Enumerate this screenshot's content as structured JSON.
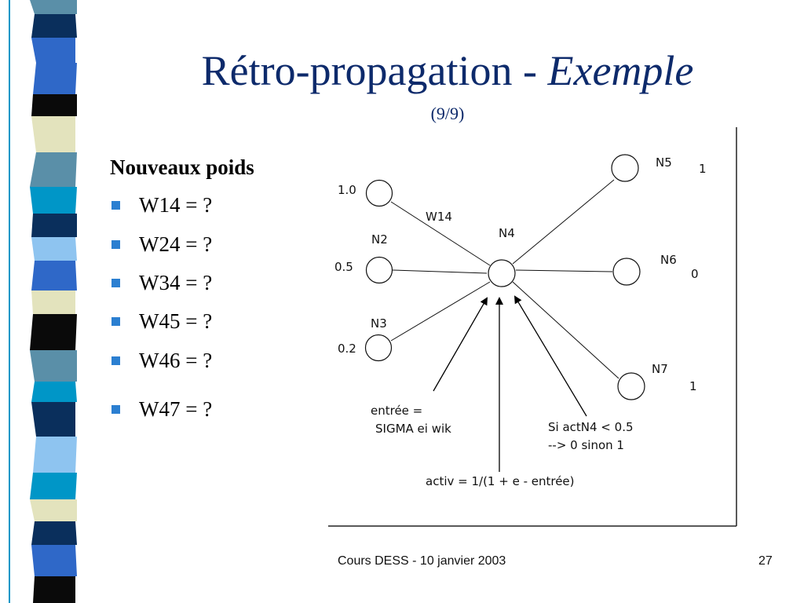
{
  "slide": {
    "title_main": "Rétro-propagation - ",
    "title_emphasis": "Exemple",
    "subtitle": "(9/9)",
    "heading": "Nouveaux poids",
    "bullets": [
      "W14 = ?",
      "W24 = ?",
      "W34 = ?",
      "W45 = ?",
      "W46 = ?",
      "W47 = ?"
    ]
  },
  "diagram": {
    "inputs": [
      {
        "value": "1.0",
        "name": ""
      },
      {
        "value": "0.5",
        "name": "N2"
      },
      {
        "value": "0.2",
        "name": "N3"
      }
    ],
    "hidden": {
      "name": "N4"
    },
    "outputs": [
      {
        "name": "N5",
        "target": "1"
      },
      {
        "name": "N6",
        "target": "0"
      },
      {
        "name": "N7",
        "target": "1"
      }
    ],
    "edge_label": "W14",
    "annotations": {
      "input_line1": "entrée =",
      "input_line2": "SIGMA ei wik",
      "activation": "activ = 1/(1 + e - entrée)",
      "threshold_line1": "Si actN4 < 0.5",
      "threshold_line2": "--> 0 sinon 1"
    }
  },
  "footer": {
    "course": "Cours DESS - 10 janvier 2003",
    "page": "27"
  },
  "colors": {
    "title": "#0d2a6b",
    "bullet": "#2b7fd1",
    "stripe_palette": [
      "#5a8fa8",
      "#0a2f5c",
      "#2f68c8",
      "#e3e3bd",
      "#8ec4f0",
      "#0096c7",
      "#0a0a0a",
      "#ffffff"
    ]
  }
}
